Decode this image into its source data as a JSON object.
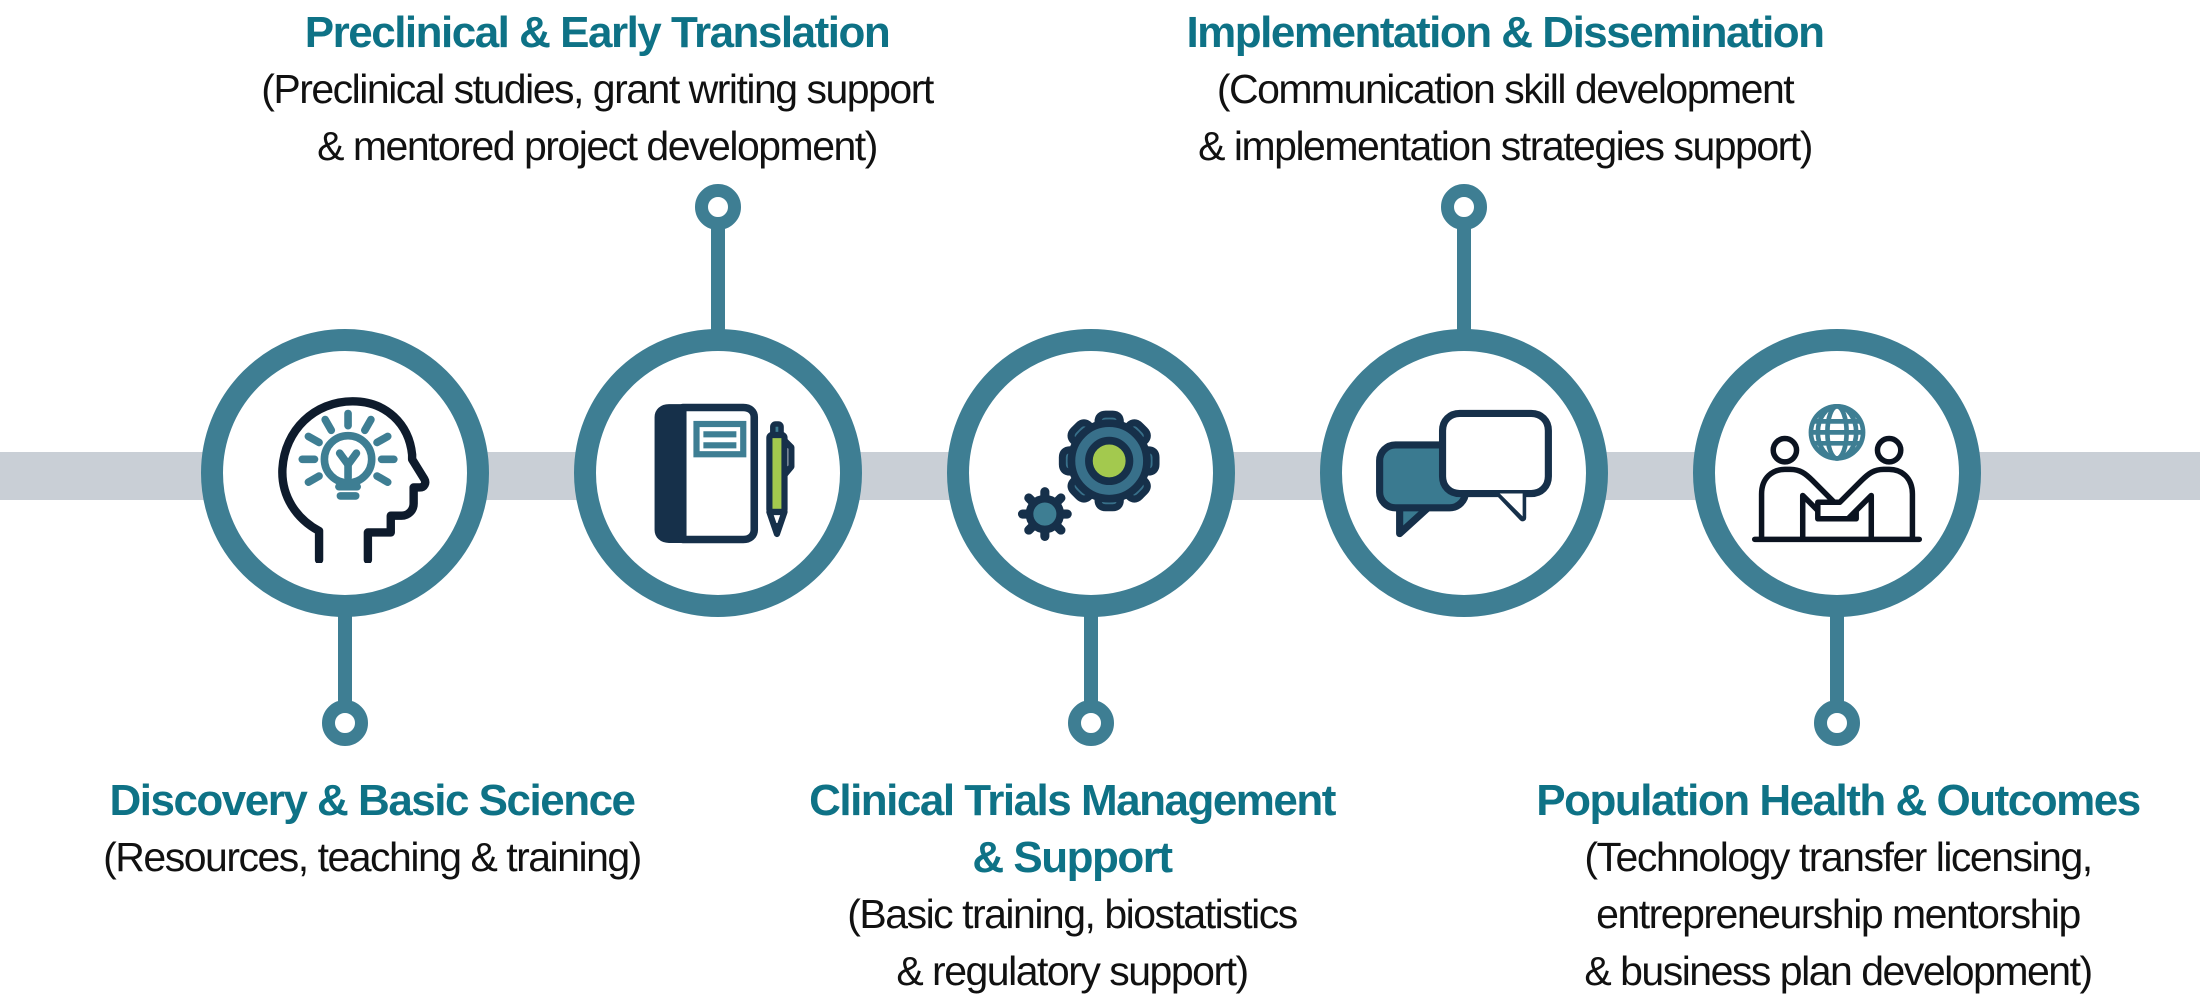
{
  "diagram_title": "",
  "palette": {
    "circle_teal": "#3E7E93",
    "title_teal": "#0E7286",
    "navy_outline": "#16304A",
    "accent_green": "#A3C94E",
    "timeline_gray": "#C9CFD6",
    "body_text": "#111111"
  },
  "timeline": {
    "type": "horizontal-process",
    "stage_count": 5
  },
  "stages": [
    {
      "title": "Discovery & Basic Science",
      "subtitle": "(Resources, teaching & training)",
      "label_position": "bottom",
      "icon": "head-lightbulb-icon"
    },
    {
      "title": "Preclinical & Early Translation",
      "subtitle": "(Preclinical studies, grant writing support\n& mentored project development)",
      "label_position": "top",
      "icon": "notebook-pen-icon"
    },
    {
      "title": "Clinical Trials Management\n& Support",
      "subtitle": "(Basic training, biostatistics\n& regulatory support)",
      "label_position": "bottom",
      "icon": "gears-icon"
    },
    {
      "title": "Implementation & Dissemination",
      "subtitle": "(Communication skill development\n& implementation strategies support)",
      "label_position": "top",
      "icon": "speech-bubbles-icon"
    },
    {
      "title": "Population Health & Outcomes",
      "subtitle": "(Technology transfer licensing,\nentrepreneurship mentorship\n& business plan development)",
      "label_position": "bottom",
      "icon": "handshake-globe-icon"
    }
  ]
}
